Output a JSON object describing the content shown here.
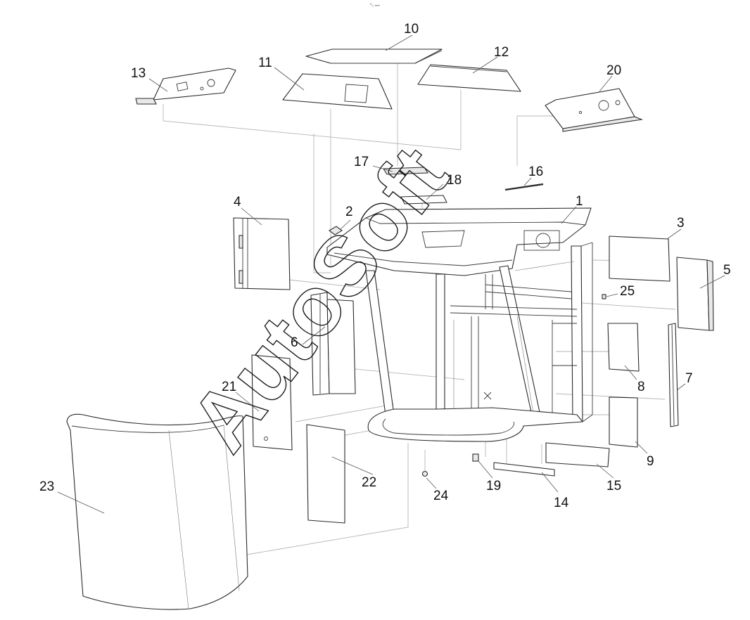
{
  "top_mark": "⁰₀ ₘₘ",
  "watermark_text": "AutoSoft",
  "callouts": [
    {
      "id": "c1",
      "label": "1"
    },
    {
      "id": "c2",
      "label": "2"
    },
    {
      "id": "c3",
      "label": "3"
    },
    {
      "id": "c4",
      "label": "4"
    },
    {
      "id": "c5",
      "label": "5"
    },
    {
      "id": "c6",
      "label": "6"
    },
    {
      "id": "c7",
      "label": "7"
    },
    {
      "id": "c8",
      "label": "8"
    },
    {
      "id": "c9",
      "label": "9"
    },
    {
      "id": "c10",
      "label": "10"
    },
    {
      "id": "c11",
      "label": "11"
    },
    {
      "id": "c12",
      "label": "12"
    },
    {
      "id": "c13",
      "label": "13"
    },
    {
      "id": "c14",
      "label": "14"
    },
    {
      "id": "c15",
      "label": "15"
    },
    {
      "id": "c16",
      "label": "16"
    },
    {
      "id": "c17",
      "label": "17"
    },
    {
      "id": "c18",
      "label": "18"
    },
    {
      "id": "c19",
      "label": "19"
    },
    {
      "id": "c20",
      "label": "20"
    },
    {
      "id": "c21",
      "label": "21"
    },
    {
      "id": "c22",
      "label": "22"
    },
    {
      "id": "c23",
      "label": "23"
    },
    {
      "id": "c24",
      "label": "24"
    },
    {
      "id": "c25",
      "label": "25"
    }
  ]
}
